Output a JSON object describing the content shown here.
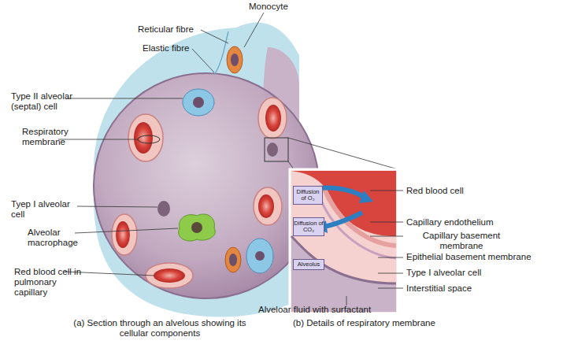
{
  "diagram": {
    "nodes": [
      {
        "text": [
          "Diffusion of O₂"
        ]
      },
      {
        "text": [
          "Diffusion of CO₂"
        ]
      },
      {
        "text": [
          "Alveolus"
        ]
      }
    ],
    "labels": [
      "Monocyte",
      "Reticular fibre",
      "Elastic fibre",
      "Type II alveolar (septal) cell",
      "Respiratory membrane",
      "Tyep I alveolar cell",
      "Alveolar macrophage",
      "Red blood cell in pulmonary capillary",
      "Red blood cell",
      "Capillary endothelium",
      "Capillary basement membrane",
      "Epithelial basement membrane",
      "Type I alveolar cell",
      "Interstitial space",
      "Alveloar fluid with surfactant",
      "(a) Section through an alvelous showing its cellular components",
      "(b) Details of respiratory membrane"
    ]
  }
}
